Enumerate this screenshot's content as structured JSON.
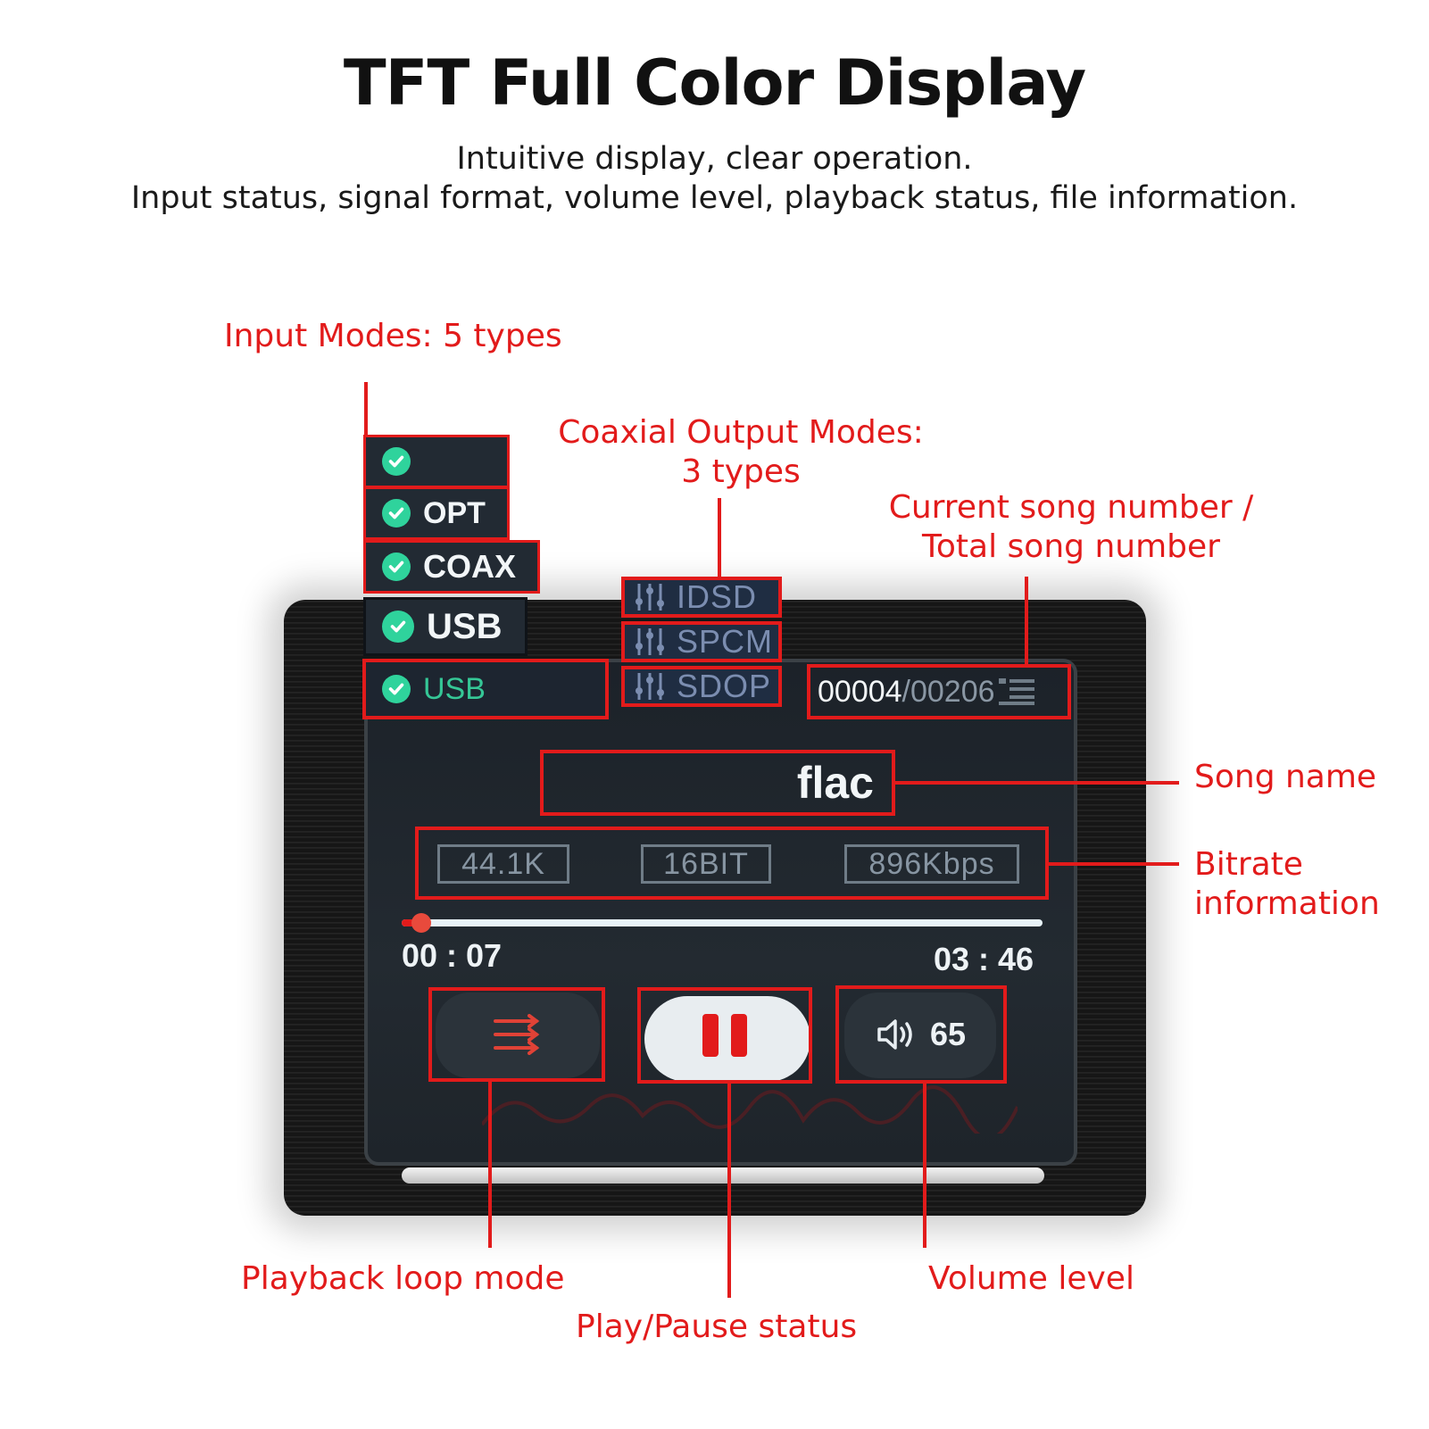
{
  "header": {
    "title": "TFT Full Color Display",
    "subtitle_line1": "Intuitive display, clear operation.",
    "subtitle_line2": "Input status, signal format, volume level, playback status, file information."
  },
  "callouts": {
    "input_modes": "Input Modes: 5 types",
    "coax_modes_line1": "Coaxial Output Modes:",
    "coax_modes_line2": "3 types",
    "song_number_line1": "Current song number /",
    "song_number_line2": "Total song number",
    "song_name": "Song name",
    "bitrate_line1": "Bitrate",
    "bitrate_line2": "information",
    "loop_mode": "Playback loop mode",
    "play_pause": "Play/Pause status",
    "volume": "Volume level"
  },
  "input_modes": [
    {
      "label": ""
    },
    {
      "label": "OPT"
    },
    {
      "label": "COAX"
    },
    {
      "label": "USB"
    },
    {
      "label": "USB"
    }
  ],
  "coax_modes": [
    "IDSD",
    "SPCM",
    "SDOP"
  ],
  "display": {
    "song_current": "00004",
    "song_total": "/00206",
    "song_name": "flac",
    "sample_rate": "44.1K",
    "bit_depth": "16BIT",
    "bitrate": "896Kbps",
    "elapsed": "00 : 07",
    "duration": "03 : 46",
    "progress_fraction": 0.03,
    "volume": "65"
  },
  "colors": {
    "accent_red": "#e21b1b",
    "check_green": "#2fd39c",
    "usb_green": "#35c796"
  },
  "icons": [
    "check-icon",
    "equalizer-icon",
    "playlist-icon",
    "loop-icon",
    "pause-icon",
    "speaker-icon"
  ]
}
